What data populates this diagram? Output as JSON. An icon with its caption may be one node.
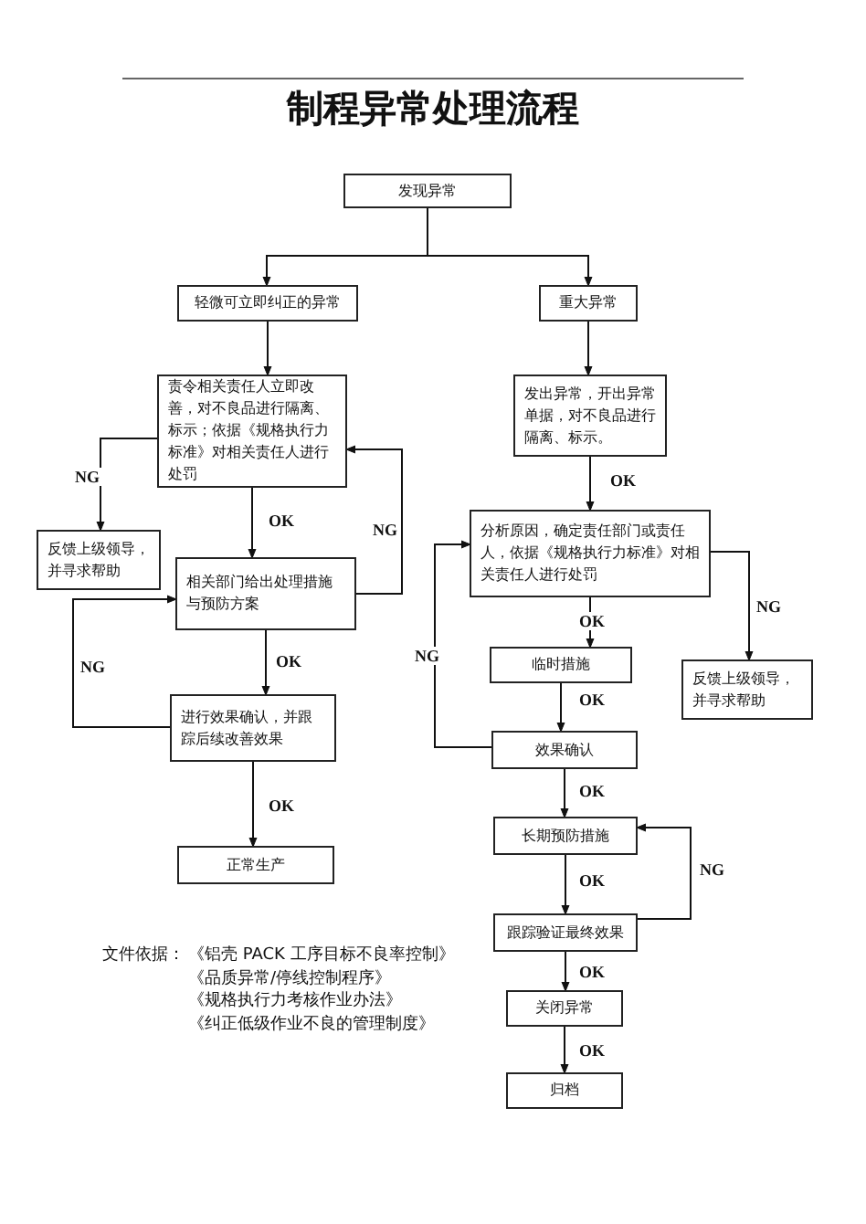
{
  "diagram": {
    "title": "制程异常处理流程",
    "nodes": [
      {
        "text": [
          "发现异常"
        ]
      },
      {
        "text": [
          "轻微可立即纠正的异常"
        ]
      },
      {
        "text": [
          "重大异常"
        ]
      },
      {
        "text": [
          "责令相关责任人立即改善，对不良品进行隔离、标示；依据《规格执行力标准》对相关责任人进行处罚"
        ]
      },
      {
        "text": [
          "反馈上级领导，并寻求帮助"
        ]
      },
      {
        "text": [
          "相关部门给出处理措施与预防方案"
        ]
      },
      {
        "text": [
          "进行效果确认，并跟踪后续改善效果"
        ]
      },
      {
        "text": [
          "正常生产"
        ]
      },
      {
        "text": [
          "发出异常，开出异常单据，对不良品进行隔离、标示。"
        ]
      },
      {
        "text": [
          "分析原因，确定责任部门或责任人，依据《规格执行力标准》对相关责任人进行处罚"
        ]
      },
      {
        "text": [
          "临时措施"
        ]
      },
      {
        "text": [
          "反馈上级领导，并寻求帮助"
        ]
      },
      {
        "text": [
          "效果确认"
        ]
      },
      {
        "text": [
          "长期预防措施"
        ]
      },
      {
        "text": [
          "跟踪验证最终效果"
        ]
      },
      {
        "text": [
          "关闭异常"
        ]
      },
      {
        "text": [
          "归档"
        ]
      }
    ],
    "edges": [
      {
        "from": 0,
        "to": 1,
        "arrow": "to"
      },
      {
        "from": 0,
        "to": 2,
        "arrow": "to"
      },
      {
        "from": 1,
        "to": 3,
        "arrow": "to"
      },
      {
        "from": 3,
        "to": 4,
        "arrow": "to",
        "label": "NG"
      },
      {
        "from": 3,
        "to": 5,
        "arrow": "to",
        "label": "OK"
      },
      {
        "from": 5,
        "to": 3,
        "arrow": "to",
        "label": "NG"
      },
      {
        "from": 5,
        "to": 6,
        "arrow": "to",
        "label": "OK"
      },
      {
        "from": 6,
        "to": 5,
        "arrow": "to",
        "label": "NG"
      },
      {
        "from": 6,
        "to": 7,
        "arrow": "to",
        "label": "OK"
      },
      {
        "from": 2,
        "to": 8,
        "arrow": "to"
      },
      {
        "from": 8,
        "to": 9,
        "arrow": "to",
        "label": "OK"
      },
      {
        "from": 9,
        "to": 10,
        "arrow": "to",
        "label": "OK"
      },
      {
        "from": 9,
        "to": 11,
        "arrow": "to",
        "label": "NG"
      },
      {
        "from": 10,
        "to": 12,
        "arrow": "to",
        "label": "OK"
      },
      {
        "from": 12,
        "to": 9,
        "arrow": "to",
        "label": "NG"
      },
      {
        "from": 12,
        "to": 13,
        "arrow": "to",
        "label": "OK"
      },
      {
        "from": 13,
        "to": 14,
        "arrow": "to",
        "label": "OK"
      },
      {
        "from": 14,
        "to": 13,
        "arrow": "to",
        "label": "NG"
      },
      {
        "from": 14,
        "to": 15,
        "arrow": "to",
        "label": "OK"
      },
      {
        "from": 15,
        "to": 16,
        "arrow": "to",
        "label": "OK"
      }
    ],
    "labels": [
      "文件依据：",
      "《铝壳 PACK 工序目标不良率控制》",
      "《品质异常/停线控制程序》",
      "《规格执行力考核作业办法》",
      "《纠正低级作业不良的管理制度》"
    ]
  }
}
